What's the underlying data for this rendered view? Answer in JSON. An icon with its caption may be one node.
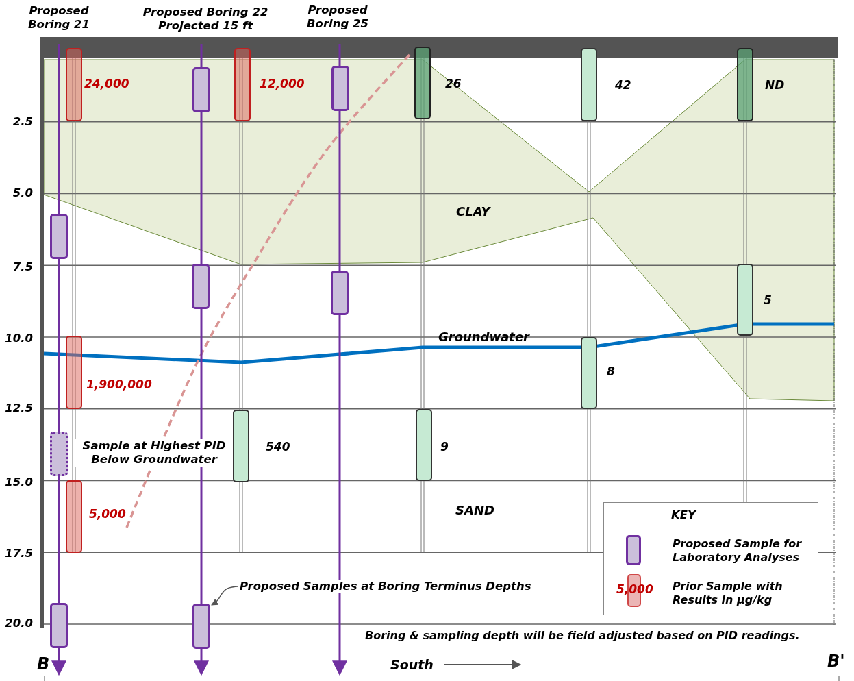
{
  "diagram": {
    "nodes": [
      {
        "text": [],
        "shape": "box",
        "beside": [
          "24,000"
        ]
      },
      {
        "text": [],
        "shape": "box"
      },
      {
        "text": [],
        "shape": "box",
        "beside": [
          "12,000"
        ]
      },
      {
        "text": [],
        "shape": "box"
      },
      {
        "text": [],
        "shape": "box",
        "beside": [
          "26"
        ]
      },
      {
        "text": [],
        "shape": "box",
        "beside": [
          "42"
        ]
      },
      {
        "text": [],
        "shape": "box",
        "beside": [
          "ND"
        ]
      },
      {
        "text": [],
        "shape": "box"
      },
      {
        "text": [],
        "shape": "box"
      },
      {
        "text": [],
        "shape": "box"
      },
      {
        "text": [],
        "shape": "box",
        "beside": [
          "5"
        ]
      },
      {
        "text": [],
        "shape": "box",
        "beside": [
          "1,900,000"
        ]
      },
      {
        "text": [],
        "shape": "box",
        "beside": [
          "8"
        ]
      },
      {
        "text": [],
        "shape": "box"
      },
      {
        "text": [],
        "shape": "box",
        "beside": [
          "540"
        ]
      },
      {
        "text": [],
        "shape": "box",
        "beside": [
          "9"
        ]
      },
      {
        "text": [],
        "shape": "box",
        "beside": [
          "5,000"
        ]
      },
      {
        "text": [],
        "shape": "box"
      },
      {
        "text": [],
        "shape": "box"
      },
      {
        "text": [
          "Proposed Samples at Boring Terminus Depths"
        ]
      }
    ],
    "edges": [
      {
        "from": 19,
        "to": 18,
        "arrow": "to"
      }
    ],
    "labels": [
      "Proposed Boring 21",
      "Proposed Boring 22 Projected 15 ft",
      "Proposed Boring 25",
      "2.5",
      "5.0",
      "CLAY",
      "7.5",
      "10.0",
      "Groundwater",
      "12.5",
      "Sample at Highest PID Below Groundwater",
      "15.0",
      "SAND",
      "KEY",
      "17.5",
      "5,000",
      "20.0",
      "Boring & sampling depth will be field adjusted based on  PID readings.",
      "B",
      "South",
      "B'"
    ],
    "legend": [
      {
        "text": "Proposed Sample for Laboratory Analyses"
      },
      {
        "text": "Prior Sample with Results in µg/kg"
      }
    ]
  }
}
